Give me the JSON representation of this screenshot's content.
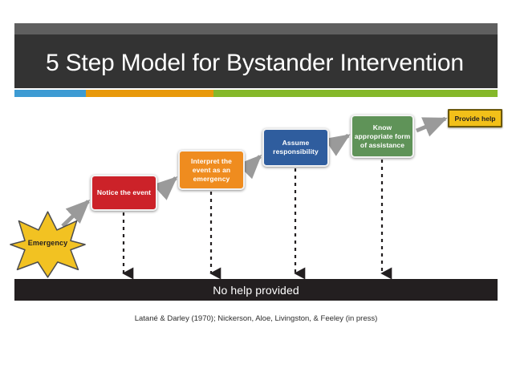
{
  "slide": {
    "title": "5 Step Model for Bystander Intervention",
    "accent_bar": {
      "blue": "#3d9bd3",
      "orange": "#e8990c",
      "green": "#85b82a"
    },
    "header_bg": "#333333",
    "header_top_strip": "#5f5f5f"
  },
  "diagram": {
    "trigger": {
      "label": "Emergency",
      "shape": "star",
      "fill": "#f2c222",
      "stroke": "#4d4d4d",
      "text_color": "#231f20"
    },
    "steps": [
      {
        "label": "Notice the event",
        "color": "#cc2229",
        "text_color": "#ffffff"
      },
      {
        "label": "Interpret the event as an emergency",
        "color": "#ef8c1f",
        "text_color": "#ffffff"
      },
      {
        "label": "Assume responsibility",
        "color": "#2f5d9e",
        "text_color": "#ffffff"
      },
      {
        "label": "Know appropriate form of assistance",
        "color": "#5f9358",
        "text_color": "#ffffff"
      }
    ],
    "outcome_positive": {
      "label": "Provide help",
      "color": "#f2c019",
      "border": "#6b5707",
      "text_color": "#231f20"
    },
    "outcome_negative": {
      "label": "No help provided",
      "color": "#231f20",
      "text_color": "#ffffff"
    }
  },
  "citation": "Latané & Darley (1970); Nickerson, Aloe, Livingston, & Feeley (in press)"
}
